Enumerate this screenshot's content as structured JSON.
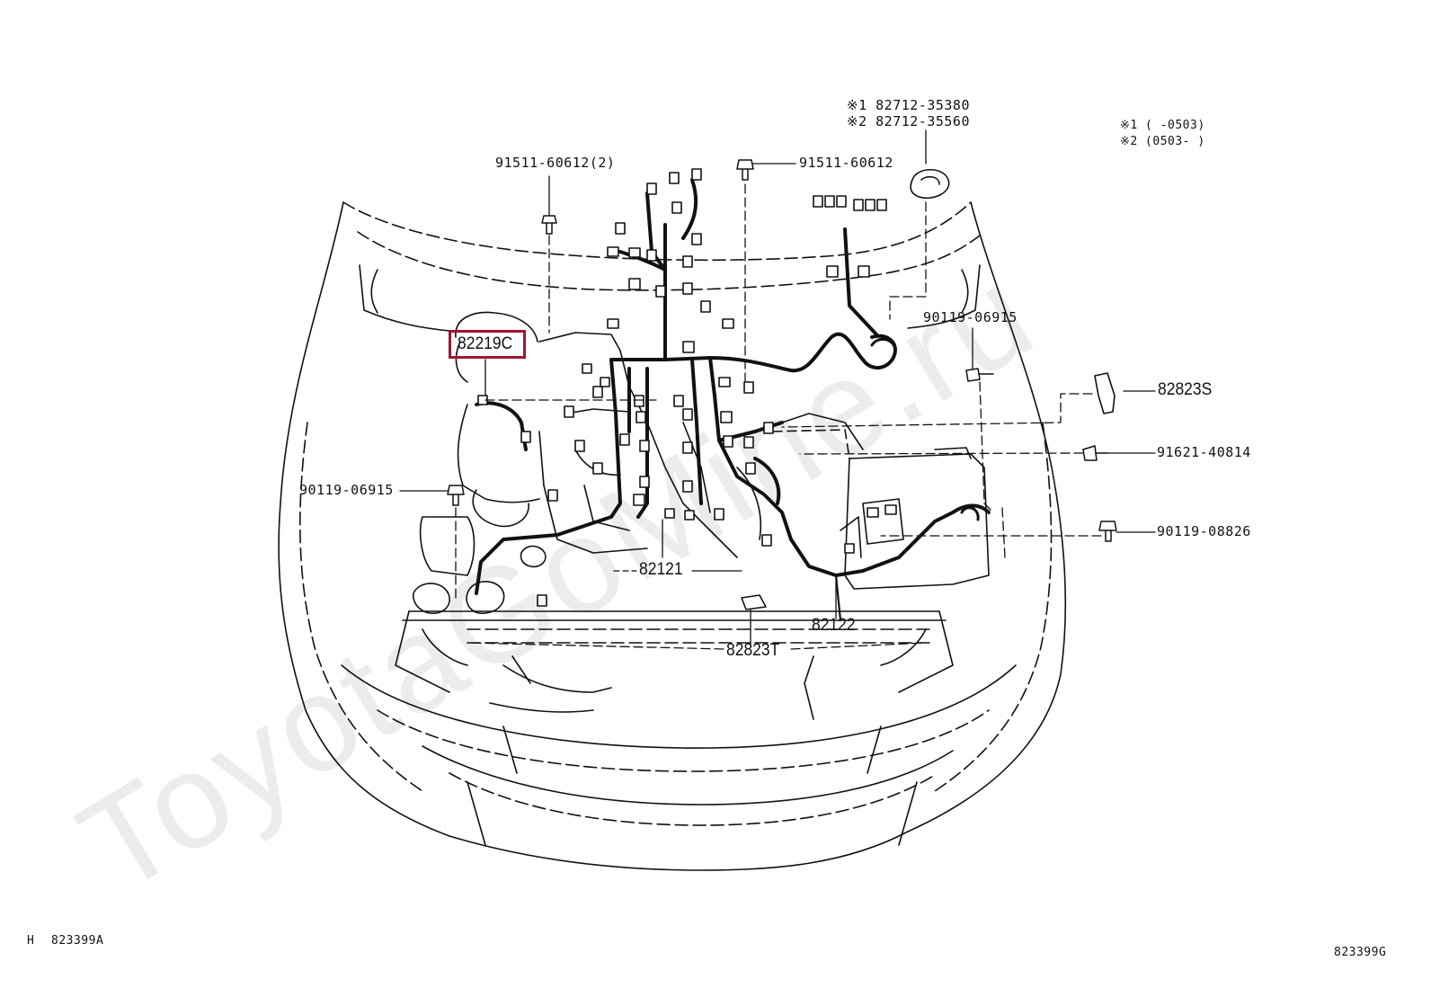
{
  "callouts": {
    "p1": "※1 82712-35380",
    "p2": "※2 82712-35560",
    "note1": "※1 (     -0503)",
    "note2": "※2 (0503-     )",
    "bolt_top_left": "91511-60612(2)",
    "bolt_top_center": "91511-60612",
    "bolt_right_upper": "90119-06915",
    "protector_right": "82823S",
    "bolt_right_mid": "91621-40814",
    "bolt_right_lower": "90119-08826",
    "bolt_left": "90119-06915",
    "wire_82219c": "82219C",
    "wire_82121": "82121",
    "wire_82122": "82122",
    "protector_bottom": "82823T"
  },
  "footer": {
    "prefix": "H",
    "left_code": "823399A",
    "right_code": "823399G"
  },
  "watermark_text": "ToyotaGoMine.ru",
  "colors": {
    "line": "#111111",
    "highlight": "#a01530",
    "watermark": "#d0d0d0"
  }
}
